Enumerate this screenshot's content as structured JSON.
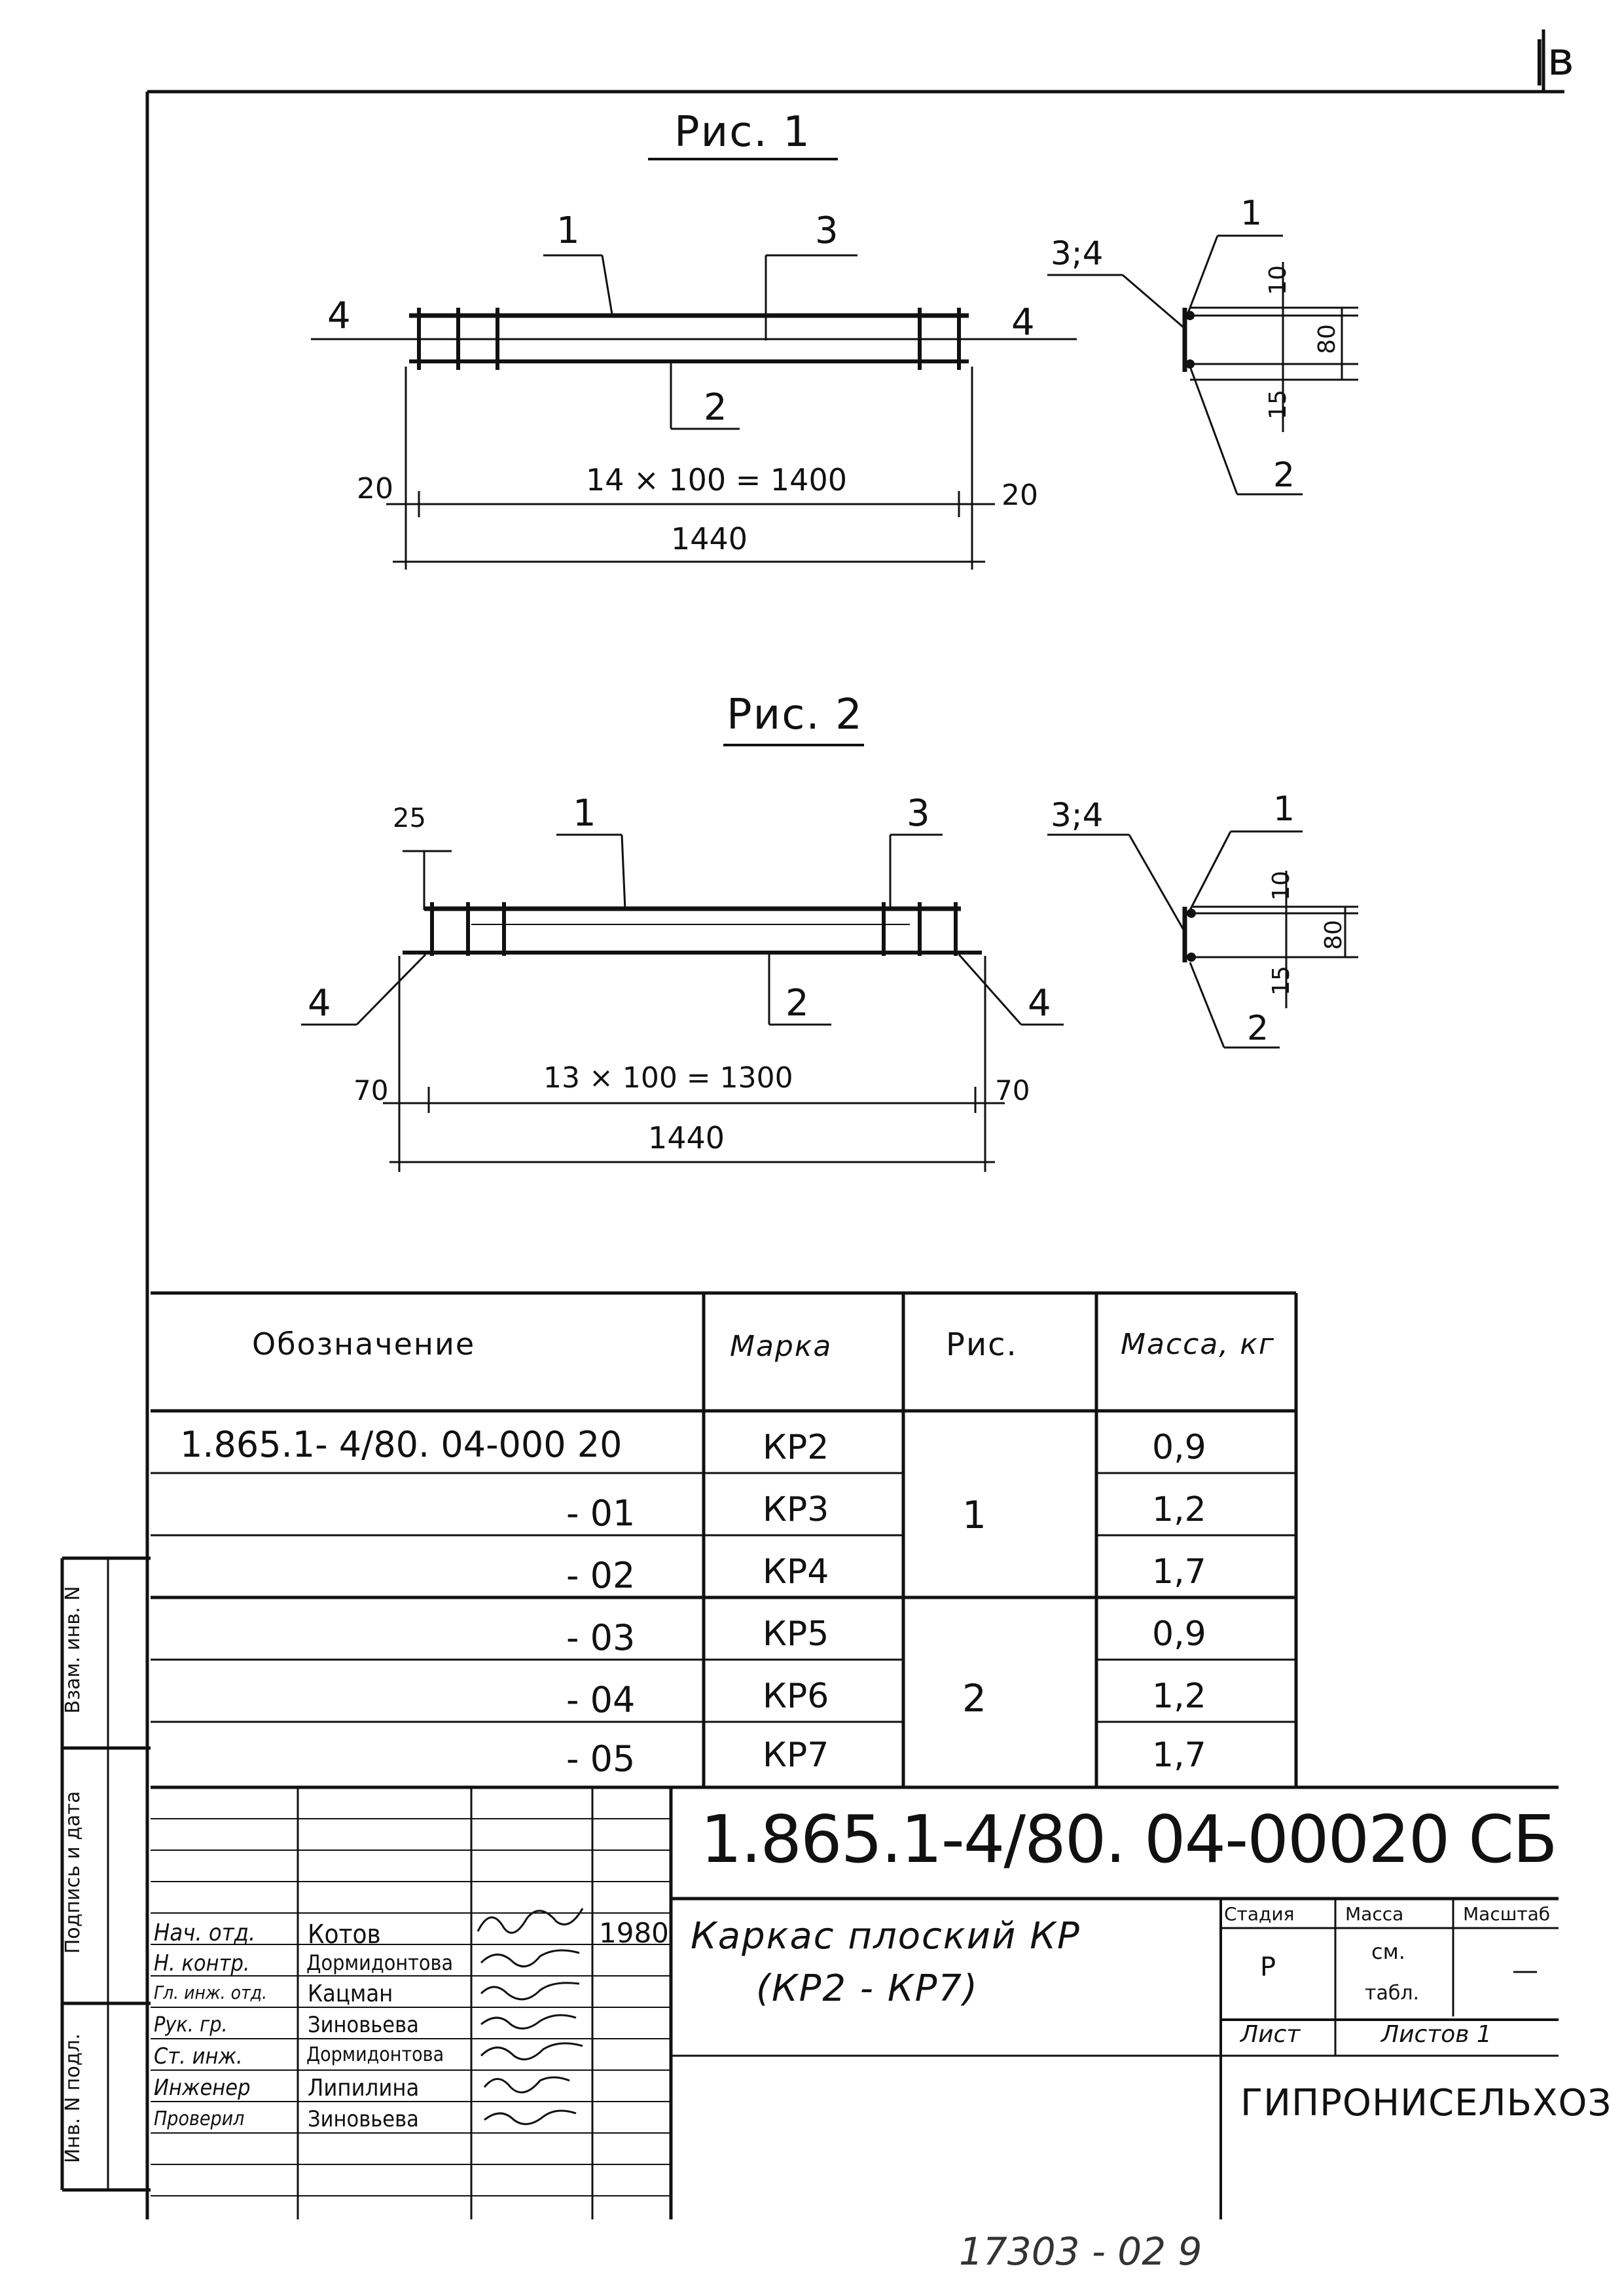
{
  "corner_mark": "|в",
  "figure1": {
    "title": "Рис. 1",
    "pos": [
      "1",
      "3",
      "4",
      "4",
      "2"
    ],
    "dims": {
      "left": "20",
      "middle": "14 × 100 = 1400",
      "right": "20",
      "total": "1440"
    },
    "section": {
      "label_top": "3;4",
      "pos_top": "1",
      "pos_bottom": "2",
      "d1": "10",
      "d2": "80",
      "d3": "15"
    }
  },
  "figure2": {
    "title": "Рис. 2",
    "pos": [
      "1",
      "3",
      "4",
      "4",
      "2"
    ],
    "dims": {
      "offset": "25",
      "left": "70",
      "middle": "13 × 100 = 1300",
      "right": "70",
      "total": "1440"
    },
    "section": {
      "label_top": "3;4",
      "pos_top": "1",
      "pos_bottom": "2",
      "d1": "10",
      "d2": "80",
      "d3": "15"
    }
  },
  "spec_table": {
    "headers": [
      "Обозначение",
      "Марка",
      "Рис.",
      "Масса, кг"
    ],
    "rows": [
      {
        "designation": "1.865.1- 4/80. 04-000 20",
        "mark": "КР2",
        "mass": "0,9"
      },
      {
        "designation": "- 01",
        "mark": "КР3",
        "mass": "1,2"
      },
      {
        "designation": "- 02",
        "mark": "КР4",
        "mass": "1,7"
      },
      {
        "designation": "- 03",
        "mark": "КР5",
        "mass": "0,9"
      },
      {
        "designation": "- 04",
        "mark": "КР6",
        "mass": "1,2"
      },
      {
        "designation": "- 05",
        "mark": "КР7",
        "mass": "1,7"
      }
    ],
    "figure_groups": [
      "1",
      "2"
    ]
  },
  "side_stamp": {
    "vzam": "Взам. инв. N",
    "podpis": "Подпись и дата",
    "inv": "Инв. N подл."
  },
  "title_block": {
    "doc_number": "1.865.1-4/80. 04-00020 СБ",
    "name_line1": "Каркас плоский КР",
    "name_line2": "(КР2 - КР7)",
    "stage_header": "Стадия",
    "mass_header": "Масса",
    "scale_header": "Масштаб",
    "stage": "Р",
    "mass_value_1": "см.",
    "mass_value_2": "табл.",
    "scale_value": "—",
    "sheet_label": "Лист",
    "sheets_label": "Листов 1",
    "organization": "ГИПРОНИСЕЛЬХОЗ",
    "year": "1980",
    "staff": [
      {
        "role": "Нач. отд.",
        "name": "Котов"
      },
      {
        "role": "Н. контр.",
        "name": "Дормидонтова"
      },
      {
        "role": "Гл. инж. отд.",
        "name": "Кацман"
      },
      {
        "role": "Рук. гр.",
        "name": "Зиновьева"
      },
      {
        "role": "Ст. инж.",
        "name": "Дормидонтова"
      },
      {
        "role": "Инженер",
        "name": "Липилина"
      },
      {
        "role": "Проверил",
        "name": "Зиновьева"
      }
    ]
  },
  "footer_number": "17303 - 02  9"
}
